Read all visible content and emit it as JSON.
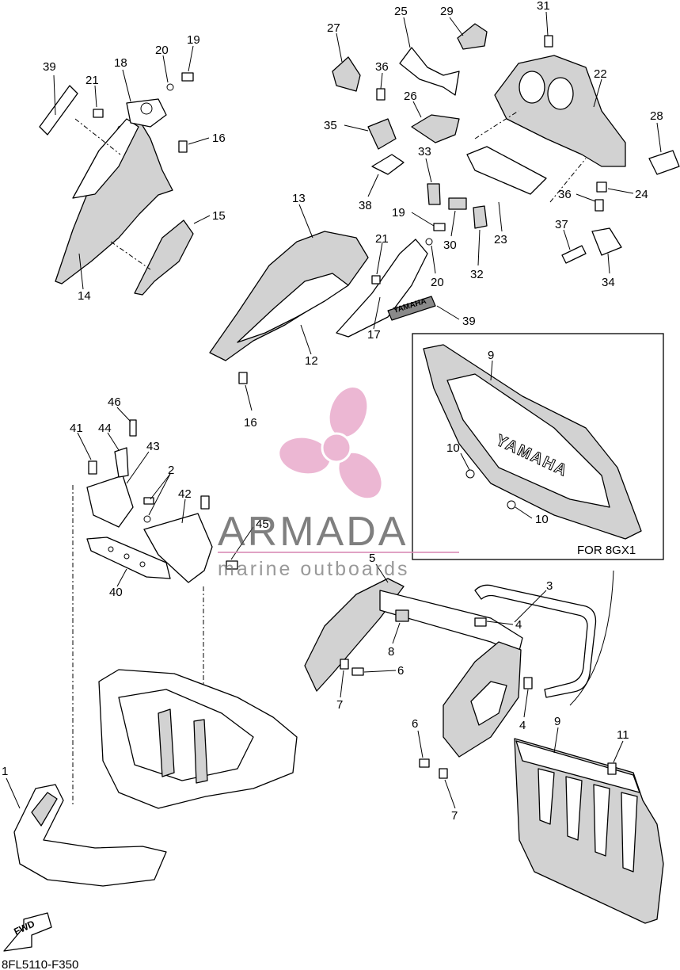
{
  "drawing_code": "8FL5110-F350",
  "inset_label": "FOR 8GX1",
  "fwd_label": "FWD",
  "decal_text": "YAMAHA",
  "watermark": {
    "brand": "ARMADA",
    "tagline": "marine outboards",
    "logo_color": "#e8a6c9"
  },
  "callouts": [
    {
      "id": "c1",
      "label": "1"
    },
    {
      "id": "c2",
      "label": "2"
    },
    {
      "id": "c3",
      "label": "3"
    },
    {
      "id": "c4a",
      "label": "4"
    },
    {
      "id": "c4b",
      "label": "4"
    },
    {
      "id": "c5",
      "label": "5"
    },
    {
      "id": "c6a",
      "label": "6"
    },
    {
      "id": "c6b",
      "label": "6"
    },
    {
      "id": "c7a",
      "label": "7"
    },
    {
      "id": "c7b",
      "label": "7"
    },
    {
      "id": "c8",
      "label": "8"
    },
    {
      "id": "c9a",
      "label": "9"
    },
    {
      "id": "c9b",
      "label": "9"
    },
    {
      "id": "c10a",
      "label": "10"
    },
    {
      "id": "c10b",
      "label": "10"
    },
    {
      "id": "c11",
      "label": "11"
    },
    {
      "id": "c12",
      "label": "12"
    },
    {
      "id": "c13",
      "label": "13"
    },
    {
      "id": "c14",
      "label": "14"
    },
    {
      "id": "c15",
      "label": "15"
    },
    {
      "id": "c16a",
      "label": "16"
    },
    {
      "id": "c16b",
      "label": "16"
    },
    {
      "id": "c17",
      "label": "17"
    },
    {
      "id": "c18",
      "label": "18"
    },
    {
      "id": "c19a",
      "label": "19"
    },
    {
      "id": "c19b",
      "label": "19"
    },
    {
      "id": "c20a",
      "label": "20"
    },
    {
      "id": "c20b",
      "label": "20"
    },
    {
      "id": "c21a",
      "label": "21"
    },
    {
      "id": "c21b",
      "label": "21"
    },
    {
      "id": "c22",
      "label": "22"
    },
    {
      "id": "c23",
      "label": "23"
    },
    {
      "id": "c24",
      "label": "24"
    },
    {
      "id": "c25",
      "label": "25"
    },
    {
      "id": "c26",
      "label": "26"
    },
    {
      "id": "c27",
      "label": "27"
    },
    {
      "id": "c28",
      "label": "28"
    },
    {
      "id": "c29",
      "label": "29"
    },
    {
      "id": "c30",
      "label": "30"
    },
    {
      "id": "c31",
      "label": "31"
    },
    {
      "id": "c32",
      "label": "32"
    },
    {
      "id": "c33",
      "label": "33"
    },
    {
      "id": "c34",
      "label": "34"
    },
    {
      "id": "c35",
      "label": "35"
    },
    {
      "id": "c36a",
      "label": "36"
    },
    {
      "id": "c36b",
      "label": "36"
    },
    {
      "id": "c37",
      "label": "37"
    },
    {
      "id": "c38",
      "label": "38"
    },
    {
      "id": "c39a",
      "label": "39"
    },
    {
      "id": "c39b",
      "label": "39"
    },
    {
      "id": "c40",
      "label": "40"
    },
    {
      "id": "c41",
      "label": "41"
    },
    {
      "id": "c42",
      "label": "42"
    },
    {
      "id": "c43",
      "label": "43"
    },
    {
      "id": "c44",
      "label": "44"
    },
    {
      "id": "c45",
      "label": "45"
    },
    {
      "id": "c46",
      "label": "46"
    }
  ]
}
